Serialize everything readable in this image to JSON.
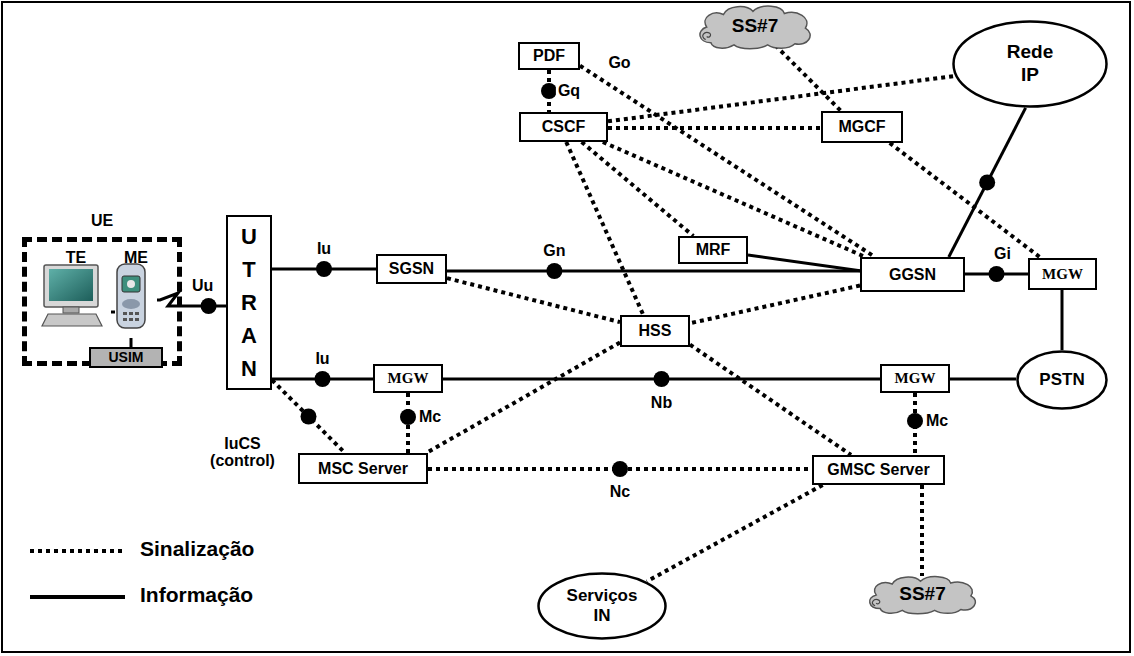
{
  "diagram": {
    "nodes": [
      {
        "text": [
          "PDF"
        ]
      },
      {
        "text": [
          "SS#7"
        ]
      },
      {
        "text": [
          "Rede IP"
        ]
      },
      {
        "text": [
          "CSCF"
        ]
      },
      {
        "text": [
          "MGCF"
        ]
      },
      {
        "text": [
          "UE"
        ]
      },
      {
        "text": [
          "TE"
        ],
        "in": 5
      },
      {
        "text": [
          "ME"
        ],
        "in": 5
      },
      {
        "text": [
          "USIM"
        ],
        "in": 5
      },
      {
        "text": [
          "U T R A N"
        ]
      },
      {
        "text": [
          "SGSN"
        ]
      },
      {
        "text": [
          "MRF"
        ]
      },
      {
        "text": [
          "GGSN"
        ]
      },
      {
        "text": [
          "MGW"
        ]
      },
      {
        "text": [
          "HSS"
        ]
      },
      {
        "text": [
          "MGW"
        ]
      },
      {
        "text": [
          "MGW"
        ]
      },
      {
        "text": [
          "PSTN"
        ]
      },
      {
        "text": [
          "MSC Server"
        ]
      },
      {
        "text": [
          "GMSC Server"
        ]
      },
      {
        "text": [
          "Serviços IN"
        ]
      },
      {
        "text": [
          "SS#7"
        ]
      }
    ],
    "edges": [
      {
        "from": 0,
        "to": 3,
        "label": "Gq",
        "arrow": "none"
      },
      {
        "from": 0,
        "to": 12,
        "label": "Go",
        "arrow": "none"
      },
      {
        "from": 1,
        "to": 4,
        "arrow": "none"
      },
      {
        "from": 3,
        "to": 2,
        "arrow": "none"
      },
      {
        "from": 3,
        "to": 4,
        "arrow": "none"
      },
      {
        "from": 3,
        "to": 12,
        "arrow": "none"
      },
      {
        "from": 3,
        "to": 11,
        "arrow": "none"
      },
      {
        "from": 3,
        "to": 14,
        "arrow": "none"
      },
      {
        "from": 4,
        "to": 13,
        "arrow": "none"
      },
      {
        "from": 6,
        "to": 7,
        "arrow": "none"
      },
      {
        "from": 7,
        "to": 8,
        "arrow": "none"
      },
      {
        "from": 7,
        "to": 9,
        "label": "Uu",
        "arrow": "none"
      },
      {
        "from": 9,
        "to": 10,
        "label": "Iu",
        "arrow": "none"
      },
      {
        "from": 10,
        "to": 12,
        "label": "Gn",
        "arrow": "none"
      },
      {
        "from": 11,
        "to": 12,
        "arrow": "none"
      },
      {
        "from": 12,
        "to": 2,
        "arrow": "none"
      },
      {
        "from": 12,
        "to": 13,
        "label": "Gi",
        "arrow": "none"
      },
      {
        "from": 13,
        "to": 17,
        "arrow": "none"
      },
      {
        "from": 10,
        "to": 14,
        "arrow": "none"
      },
      {
        "from": 12,
        "to": 14,
        "arrow": "none"
      },
      {
        "from": 9,
        "to": 15,
        "label": "Iu",
        "arrow": "none"
      },
      {
        "from": 15,
        "to": 16,
        "label": "Nb",
        "arrow": "none"
      },
      {
        "from": 16,
        "to": 17,
        "arrow": "none"
      },
      {
        "from": 9,
        "to": 18,
        "label": "IuCS (control)",
        "arrow": "none"
      },
      {
        "from": 15,
        "to": 18,
        "label": "Mc",
        "arrow": "none"
      },
      {
        "from": 14,
        "to": 18,
        "arrow": "none"
      },
      {
        "from": 14,
        "to": 19,
        "arrow": "none"
      },
      {
        "from": 18,
        "to": 19,
        "label": "Nc",
        "arrow": "none"
      },
      {
        "from": 16,
        "to": 19,
        "label": "Mc",
        "arrow": "none"
      },
      {
        "from": 19,
        "to": 20,
        "arrow": "none"
      },
      {
        "from": 19,
        "to": 21,
        "arrow": "none"
      }
    ],
    "legend": [
      {
        "text": "Sinalização"
      },
      {
        "text": "Informação"
      }
    ]
  }
}
